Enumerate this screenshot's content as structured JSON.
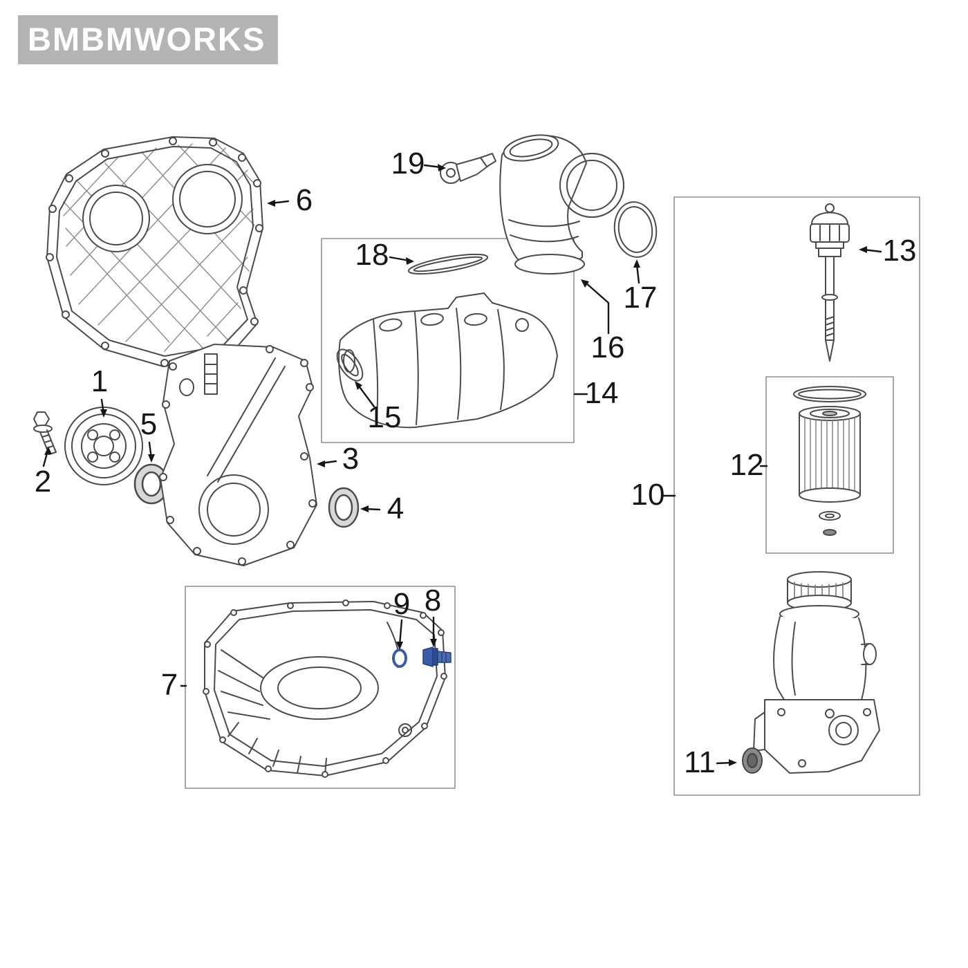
{
  "watermark": "BMBMWORKS",
  "callouts": [
    "1",
    "2",
    "3",
    "4",
    "5",
    "6",
    "7",
    "8",
    "9",
    "10",
    "11",
    "12",
    "13",
    "14",
    "15",
    "16",
    "17",
    "18",
    "19"
  ],
  "colors": {
    "highlight_blue": "#3a5ca8",
    "line_art": "#4a4a4a",
    "watermark_bg": "#b4b4b4",
    "box_border": "#8f8f8f"
  }
}
